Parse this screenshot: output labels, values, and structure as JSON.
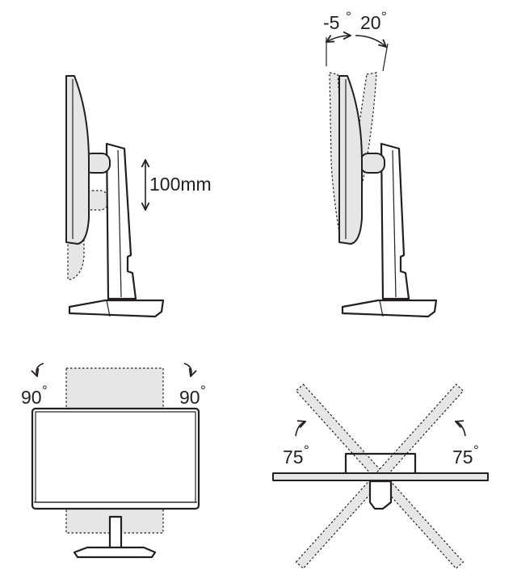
{
  "height_adjust": {
    "label": "100mm"
  },
  "tilt_adjust": {
    "forward_label": "-5",
    "back_label": "20",
    "degree_symbol": "°"
  },
  "pivot_adjust": {
    "left_label": "90",
    "right_label": "90",
    "degree_symbol": "°"
  },
  "swivel_adjust": {
    "left_label": "75",
    "right_label": "75",
    "degree_symbol": "°"
  },
  "colors": {
    "line": "#231f20",
    "panel_fill": "#e6e6e6",
    "background": "#ffffff"
  }
}
